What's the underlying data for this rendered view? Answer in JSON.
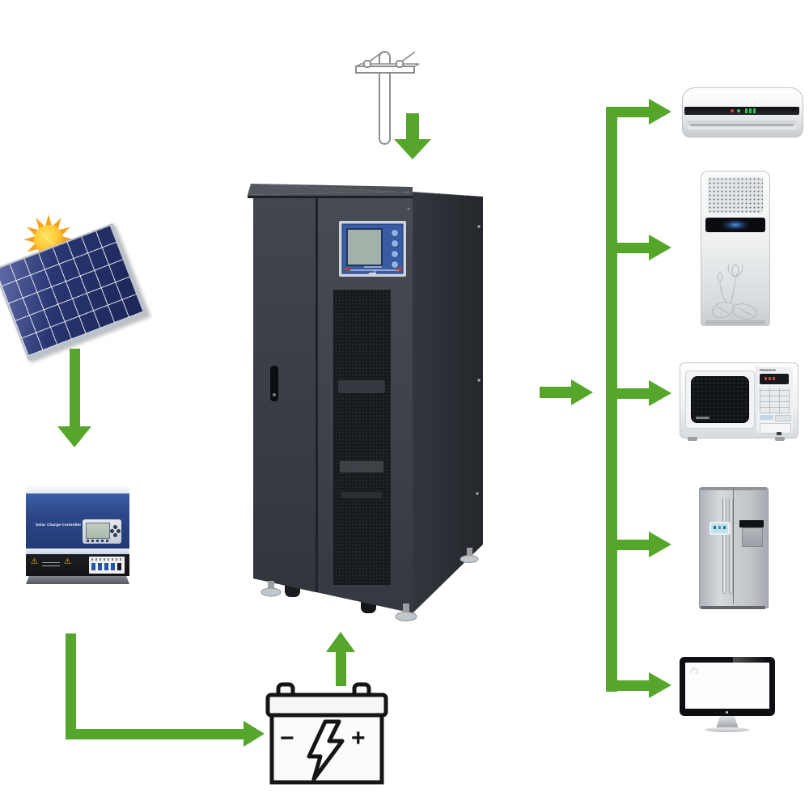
{
  "diagram_type": "solar-power-system-connection-diagram",
  "palette": {
    "arrow_green": "#55A62B",
    "cabinet_front": "#3f434b",
    "cabinet_side": "#2a2d33",
    "cabinet_top": "#4c5057",
    "controller_blue": "#2c4788",
    "inverter_display_blue": "#3a5ca3",
    "sun_ray_orange": "#F7A41D",
    "sun_core_yellow": "#FFD94F",
    "panel_cell_blue": "#27346e"
  },
  "labels": {
    "charge_controller": "Solar Charge Controller",
    "microwave_brand": "Panasonic",
    "battery_minus": "−",
    "battery_plus": "+"
  },
  "nodes": [
    {
      "id": "utility-grid",
      "icon": "utility-pole-icon"
    },
    {
      "id": "solar-array",
      "icon": "sun-icon + solar-panel-icon"
    },
    {
      "id": "charge-controller",
      "icon": "solar-charge-controller-icon"
    },
    {
      "id": "inverter",
      "icon": "inverter-cabinet-icon"
    },
    {
      "id": "battery",
      "icon": "battery-icon"
    },
    {
      "id": "load-wall-air-conditioner",
      "icon": "wall-air-conditioner-icon"
    },
    {
      "id": "load-floor-air-conditioner",
      "icon": "floor-air-conditioner-icon"
    },
    {
      "id": "load-microwave",
      "icon": "microwave-oven-icon"
    },
    {
      "id": "load-refrigerator",
      "icon": "refrigerator-icon"
    },
    {
      "id": "load-monitor",
      "icon": "computer-monitor-icon"
    }
  ],
  "flows": [
    "utility-grid -> inverter",
    "solar-array -> charge-controller",
    "charge-controller -> battery",
    "battery -> inverter",
    "inverter -> loads-trunk",
    "loads-trunk -> wall-air-conditioner",
    "loads-trunk -> floor-air-conditioner",
    "loads-trunk -> microwave",
    "loads-trunk -> refrigerator",
    "loads-trunk -> monitor"
  ]
}
